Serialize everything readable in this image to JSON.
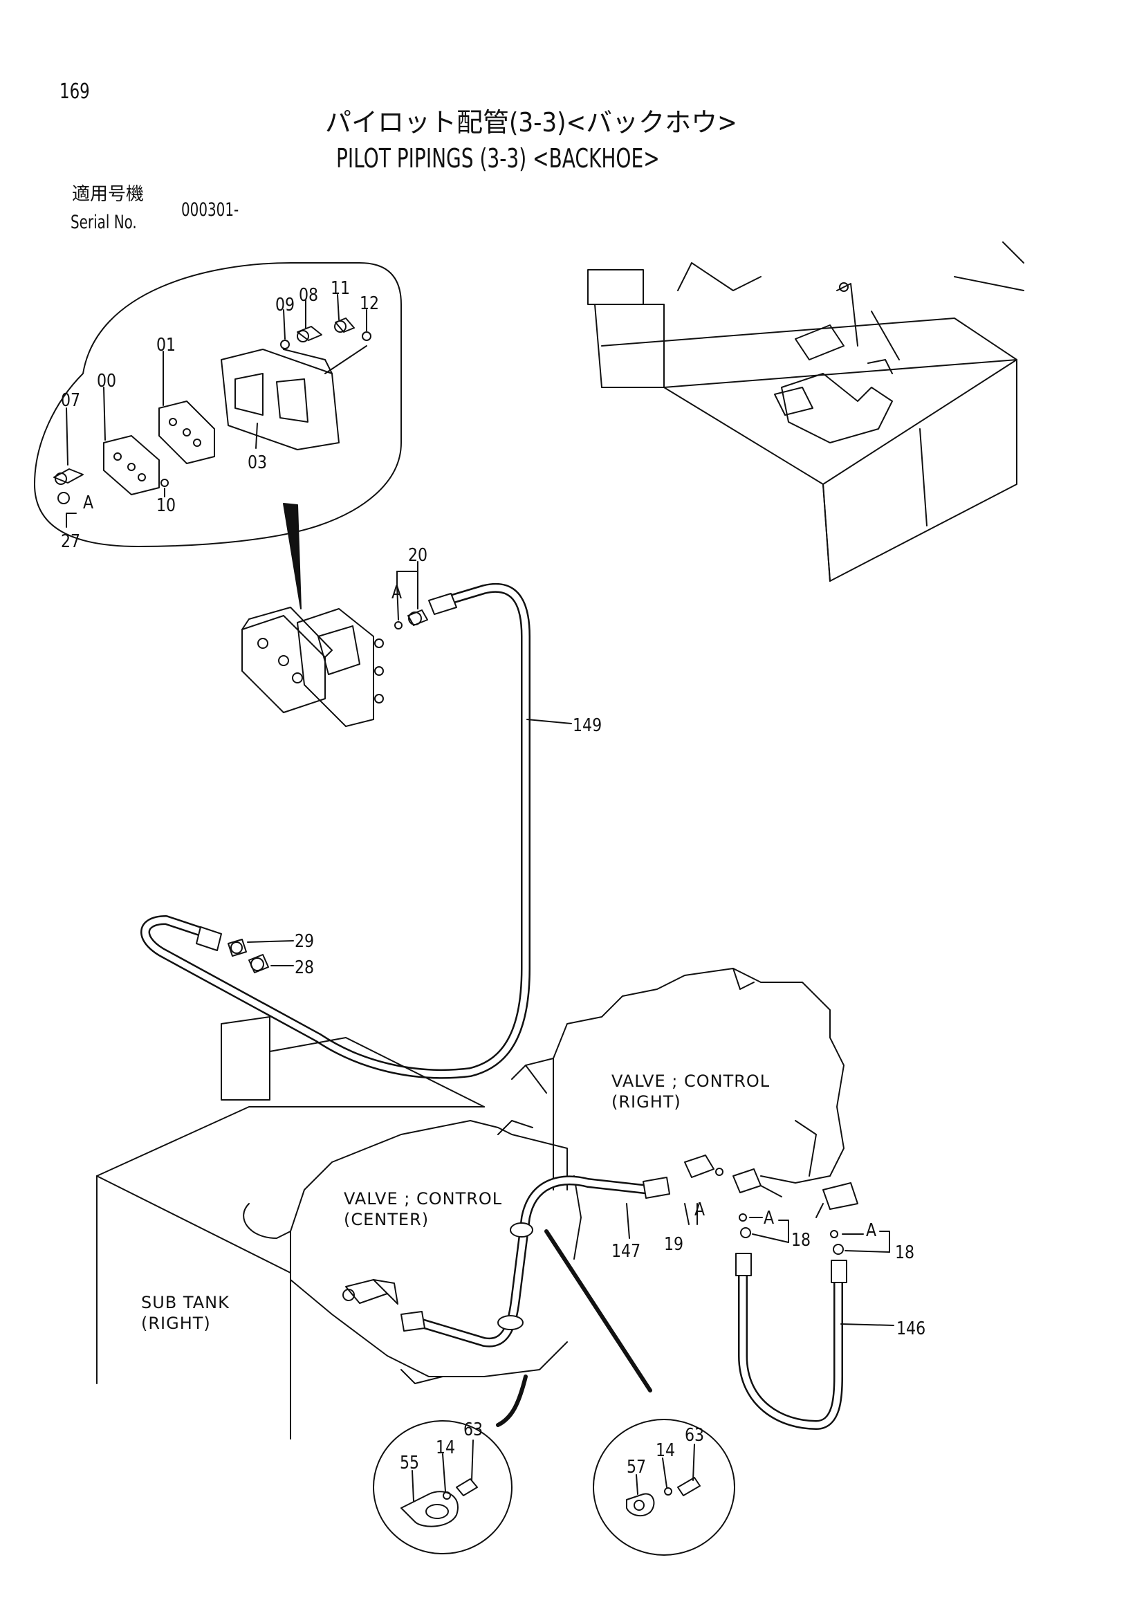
{
  "page": {
    "number": "169",
    "title_jp": "パイロット配管(3-3)<バックホウ>",
    "title_en": "PILOT PIPINGS (3-3) <BACKHOE>",
    "serial_label_jp": "適用号機",
    "serial_label_en": "Serial No.",
    "serial_value": "000301-"
  },
  "components": {
    "valve_right_line1": "VALVE ; CONTROL",
    "valve_right_line2": "(RIGHT)",
    "valve_center_line1": "VALVE ; CONTROL",
    "valve_center_line2": "(CENTER)",
    "sub_tank_line1": "SUB TANK",
    "sub_tank_line2": "(RIGHT)"
  },
  "callouts": {
    "c00": "00",
    "c01": "01",
    "c03": "03",
    "c07": "07",
    "c08": "08",
    "c09": "09",
    "c10": "10",
    "c11": "11",
    "c12": "12",
    "c27": "27",
    "cA_inset": "A",
    "c20": "20",
    "cA_20": "A",
    "c149": "149",
    "c29": "29",
    "c28": "28",
    "c147": "147",
    "c19": "19",
    "cA_19": "A",
    "c18_left": "18",
    "cA_18_left": "A",
    "c18_right": "18",
    "cA_18_right": "A",
    "c146": "146",
    "c55": "55",
    "c14_left": "14",
    "c63_left": "63",
    "c57": "57",
    "c14_right": "14",
    "c63_right": "63"
  }
}
